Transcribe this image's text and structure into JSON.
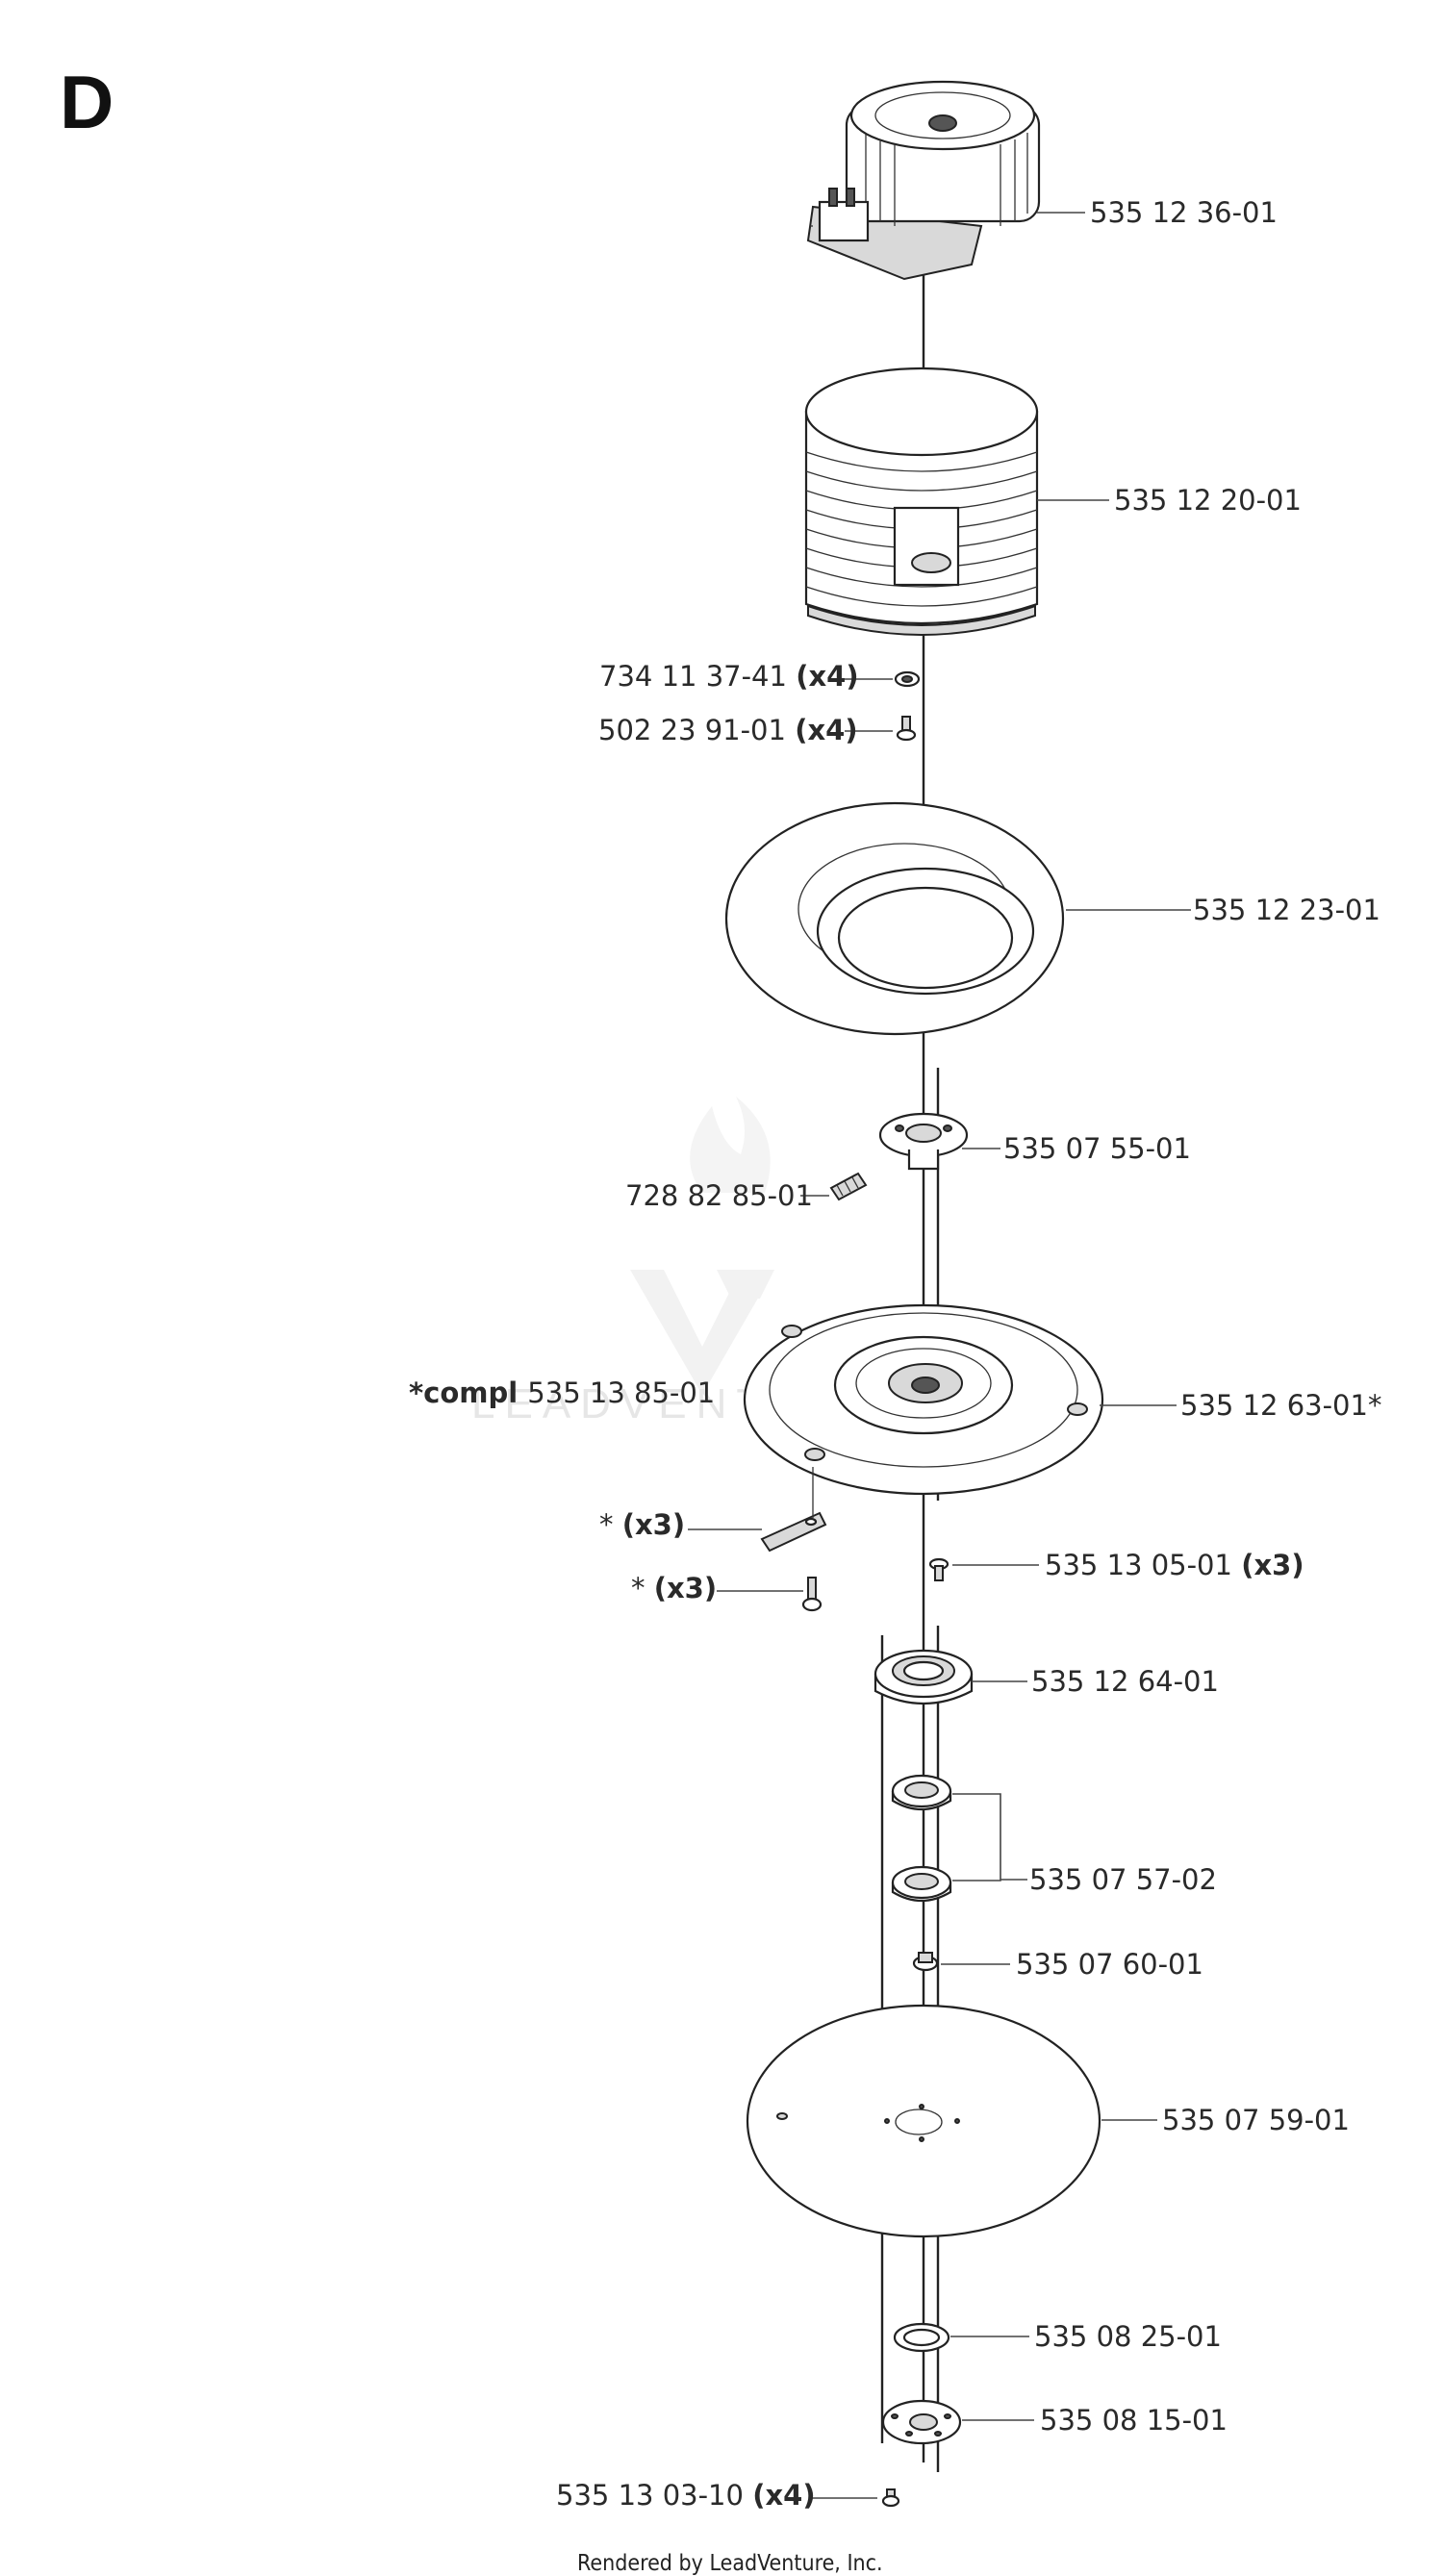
{
  "section_letter": "D",
  "watermark": "LEADVENTURE",
  "footer": "Rendered by LeadVenture, Inc.",
  "labels": {
    "motor": {
      "text": "535 12 36-01",
      "qty": ""
    },
    "housing": {
      "text": "535 12 20-01",
      "qty": ""
    },
    "washer_734": {
      "text": "734 11 37-41 ",
      "qty": "(x4)"
    },
    "screw_502": {
      "text": "502 23 91-01 ",
      "qty": "(x4)"
    },
    "ring_cover": {
      "text": "535 12 23-01",
      "qty": ""
    },
    "hub": {
      "text": "535 07 55-01",
      "qty": ""
    },
    "set_screw": {
      "text": "728 82 85-01",
      "qty": ""
    },
    "compl": {
      "prefix": "*compl ",
      "text": "535 13 85-01"
    },
    "blade_disc": {
      "text": "535 12 63-01*",
      "qty": ""
    },
    "blade": {
      "prefix": "* ",
      "qty": "(x3)"
    },
    "blade_screw": {
      "prefix": "* ",
      "qty": "(x3)"
    },
    "screw_535_13_05": {
      "text": "535 13 05-01 ",
      "qty": "(x3)"
    },
    "bearing_housing": {
      "text": "535 12 64-01",
      "qty": ""
    },
    "bearings": {
      "text": "535 07 57-02",
      "qty": ""
    },
    "nut": {
      "text": "535 07 60-01",
      "qty": ""
    },
    "skid_plate": {
      "text": "535 07 59-01",
      "qty": ""
    },
    "washer_535_08_25": {
      "text": "535 08 25-01",
      "qty": ""
    },
    "flange": {
      "text": "535 08 15-01",
      "qty": ""
    },
    "bottom_screw": {
      "text": "535 13 03-10 ",
      "qty": "(x4)"
    }
  }
}
